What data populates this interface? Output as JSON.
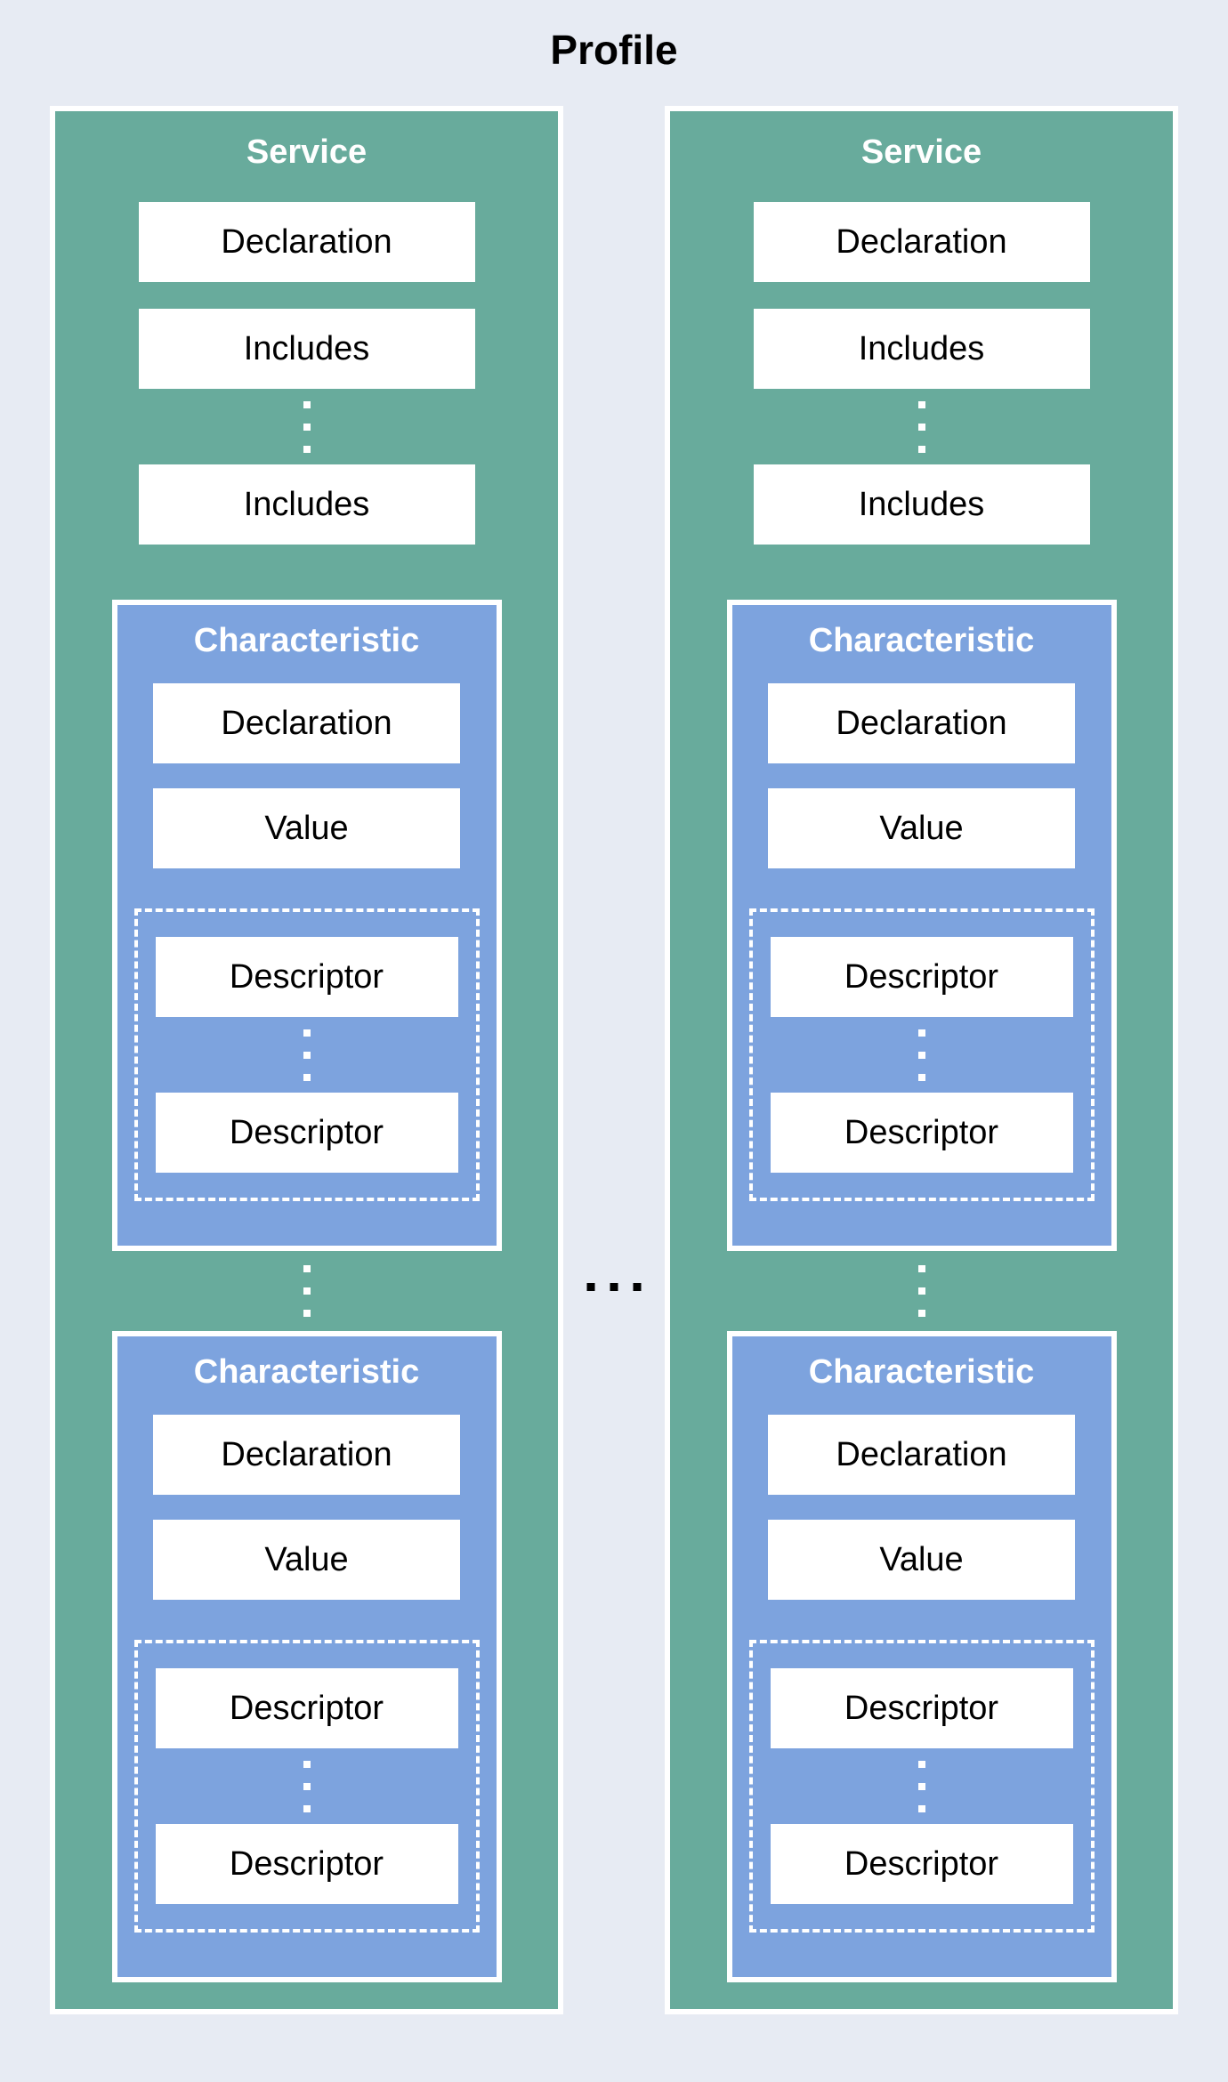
{
  "title": "Profile",
  "colors": {
    "background": "#e7ebf3",
    "service_fill": "#68ab9c",
    "characteristic_fill": "#7da3de",
    "box_fill": "#ffffff",
    "text_dark": "#000000",
    "text_light": "#ffffff"
  },
  "icons": {
    "more_services": "horizontal-ellipsis",
    "more_includes": "vertical-ellipsis",
    "more_characteristics": "vertical-ellipsis",
    "more_descriptors": "vertical-ellipsis"
  },
  "services": [
    {
      "title": "Service",
      "declaration": "Declaration",
      "includes": [
        "Includes",
        "Includes"
      ],
      "characteristics": [
        {
          "title": "Characteristic",
          "declaration": "Declaration",
          "value": "Value",
          "descriptors": [
            "Descriptor",
            "Descriptor"
          ]
        },
        {
          "title": "Characteristic",
          "declaration": "Declaration",
          "value": "Value",
          "descriptors": [
            "Descriptor",
            "Descriptor"
          ]
        }
      ]
    },
    {
      "title": "Service",
      "declaration": "Declaration",
      "includes": [
        "Includes",
        "Includes"
      ],
      "characteristics": [
        {
          "title": "Characteristic",
          "declaration": "Declaration",
          "value": "Value",
          "descriptors": [
            "Descriptor",
            "Descriptor"
          ]
        },
        {
          "title": "Characteristic",
          "declaration": "Declaration",
          "value": "Value",
          "descriptors": [
            "Descriptor",
            "Descriptor"
          ]
        }
      ]
    }
  ]
}
